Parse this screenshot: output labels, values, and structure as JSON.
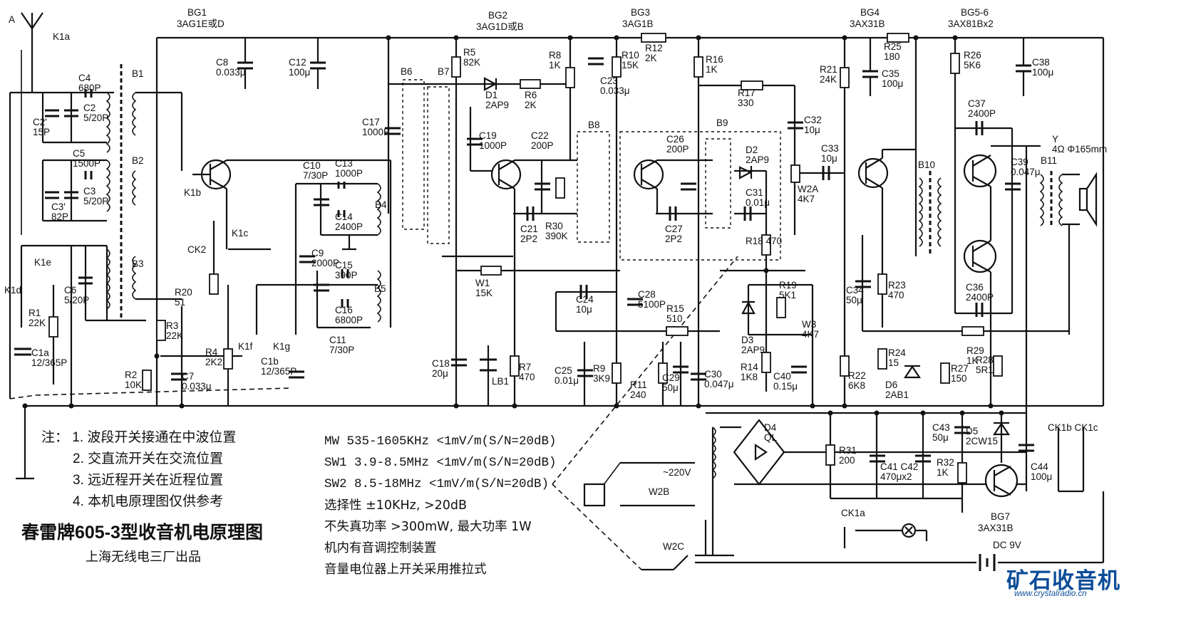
{
  "title": "春雷牌605-3型收音机电原理图",
  "maker": "上海无线电三厂出品",
  "notes": [
    "注：  1.  波段开关接通在中波位置",
    "2.  交直流开关在交流位置",
    "3.  远近程开关在近程位置",
    "4.  本机电原理图仅供参考"
  ],
  "specs": [
    "MW 535-1605KHz <1mV/m(S/N=20dB)",
    "SW1 3.9-8.5MHz <1mV/m(S/N=20dB)",
    "SW2 8.5-18MHz <1mV/m(S/N=20dB)",
    "选择性 ±10KHz, >20dB",
    "不失真功率 >300mW, 最大功率 1W",
    "机内有音调控制装置",
    "音量电位器上开关采用推拉式"
  ],
  "logo": {
    "text": "矿石收音机",
    "url": "www.crystalradio.cn",
    "color": "#0d4d99"
  },
  "transistors": {
    "bg1": {
      "name": "BG1",
      "type": "3AG1E或D"
    },
    "bg2": {
      "name": "BG2",
      "type": "3AG1D或B"
    },
    "bg3": {
      "name": "BG3",
      "type": "3AG1B"
    },
    "bg4": {
      "name": "BG4",
      "type": "3AX31B"
    },
    "bg56": {
      "name": "BG5-6",
      "type": "3AX81Bx2"
    },
    "bg7": {
      "name": "BG7",
      "type": "3AX31B"
    }
  },
  "components": [
    {
      "ref": "A",
      "value": ""
    },
    {
      "ref": "K1a",
      "value": ""
    },
    {
      "ref": "C4",
      "value": "680P"
    },
    {
      "ref": "C2",
      "value": "5/20P"
    },
    {
      "ref": "C2'",
      "value": "15P"
    },
    {
      "ref": "C5",
      "value": "1500P"
    },
    {
      "ref": "C3",
      "value": "5/20P"
    },
    {
      "ref": "C3'",
      "value": "82P"
    },
    {
      "ref": "B1",
      "value": ""
    },
    {
      "ref": "B2",
      "value": ""
    },
    {
      "ref": "B3",
      "value": ""
    },
    {
      "ref": "K1b",
      "value": ""
    },
    {
      "ref": "K1c",
      "value": ""
    },
    {
      "ref": "K1d",
      "value": ""
    },
    {
      "ref": "K1e",
      "value": ""
    },
    {
      "ref": "K1f",
      "value": ""
    },
    {
      "ref": "K1g",
      "value": ""
    },
    {
      "ref": "C6",
      "value": "5/20P"
    },
    {
      "ref": "R1",
      "value": "22K"
    },
    {
      "ref": "C1a",
      "value": "12/365P"
    },
    {
      "ref": "C1b",
      "value": "12/365P"
    },
    {
      "ref": "CK2",
      "value": ""
    },
    {
      "ref": "R20",
      "value": "51"
    },
    {
      "ref": "R3",
      "value": "22K"
    },
    {
      "ref": "R2",
      "value": "10K"
    },
    {
      "ref": "R4",
      "value": "2K2"
    },
    {
      "ref": "C7",
      "value": "0.033μ"
    },
    {
      "ref": "C8",
      "value": "0.033μ"
    },
    {
      "ref": "C12",
      "value": "100μ"
    },
    {
      "ref": "C10",
      "value": "7/30P"
    },
    {
      "ref": "C13",
      "value": "1000P"
    },
    {
      "ref": "C14",
      "value": "2400P"
    },
    {
      "ref": "B4",
      "value": ""
    },
    {
      "ref": "C9",
      "value": "2000P"
    },
    {
      "ref": "C15",
      "value": "390P"
    },
    {
      "ref": "C16",
      "value": "6800P"
    },
    {
      "ref": "B5",
      "value": ""
    },
    {
      "ref": "C11",
      "value": "7/30P"
    },
    {
      "ref": "B6",
      "value": ""
    },
    {
      "ref": "B7",
      "value": ""
    },
    {
      "ref": "C17",
      "value": "1000P"
    },
    {
      "ref": "R5",
      "value": "82K"
    },
    {
      "ref": "D1",
      "value": "2AP9"
    },
    {
      "ref": "R6",
      "value": "2K"
    },
    {
      "ref": "C19",
      "value": "1000P"
    },
    {
      "ref": "W1",
      "value": "15K"
    },
    {
      "ref": "C18",
      "value": "20μ"
    },
    {
      "ref": "LB1",
      "value": ""
    },
    {
      "ref": "R7",
      "value": "470"
    },
    {
      "ref": "C22",
      "value": "200P"
    },
    {
      "ref": "C21",
      "value": "2P2"
    },
    {
      "ref": "R30",
      "value": "390K"
    },
    {
      "ref": "R8",
      "value": "1K"
    },
    {
      "ref": "C23",
      "value": "0.033μ"
    },
    {
      "ref": "B8",
      "value": ""
    },
    {
      "ref": "R10",
      "value": "15K"
    },
    {
      "ref": "R12",
      "value": "2K"
    },
    {
      "ref": "C26",
      "value": "200P"
    },
    {
      "ref": "C27",
      "value": "2P2"
    },
    {
      "ref": "B9",
      "value": ""
    },
    {
      "ref": "D2",
      "value": "2AP9"
    },
    {
      "ref": "C31",
      "value": "0.01μ"
    },
    {
      "ref": "R18",
      "value": "470"
    },
    {
      "ref": "R16",
      "value": "1K"
    },
    {
      "ref": "R17",
      "value": "330"
    },
    {
      "ref": "C32",
      "value": "10μ"
    },
    {
      "ref": "C33",
      "value": "10μ"
    },
    {
      "ref": "W2A",
      "value": "4K7"
    },
    {
      "ref": "C24",
      "value": "10μ"
    },
    {
      "ref": "C28",
      "value": "5100P"
    },
    {
      "ref": "R15",
      "value": "510"
    },
    {
      "ref": "R19",
      "value": "5K1"
    },
    {
      "ref": "D3",
      "value": "2AP9"
    },
    {
      "ref": "W3",
      "value": "4K7"
    },
    {
      "ref": "C25",
      "value": "0.01μ"
    },
    {
      "ref": "R9",
      "value": "3K9"
    },
    {
      "ref": "R11",
      "value": "240"
    },
    {
      "ref": "C29",
      "value": "50μ"
    },
    {
      "ref": "C30",
      "value": "0.047μ"
    },
    {
      "ref": "R14",
      "value": "1K8"
    },
    {
      "ref": "C40",
      "value": "0.15μ"
    },
    {
      "ref": "R21",
      "value": "24K"
    },
    {
      "ref": "R25",
      "value": "180"
    },
    {
      "ref": "C35",
      "value": "100μ"
    },
    {
      "ref": "R26",
      "value": "5K6"
    },
    {
      "ref": "C38",
      "value": "100μ"
    },
    {
      "ref": "C37",
      "value": "2400P"
    },
    {
      "ref": "B10",
      "value": ""
    },
    {
      "ref": "C39",
      "value": "0.047μ"
    },
    {
      "ref": "B11",
      "value": ""
    },
    {
      "ref": "Y",
      "value": "4Ω Φ165mm"
    },
    {
      "ref": "C34",
      "value": "50μ"
    },
    {
      "ref": "R23",
      "value": "470"
    },
    {
      "ref": "C36",
      "value": "2400P"
    },
    {
      "ref": "R29",
      "value": "1K"
    },
    {
      "ref": "R24",
      "value": "15"
    },
    {
      "ref": "D6",
      "value": "2AB1"
    },
    {
      "ref": "R22",
      "value": "6K8"
    },
    {
      "ref": "R27",
      "value": "150"
    },
    {
      "ref": "R28",
      "value": "5R1"
    },
    {
      "ref": "D4",
      "value": "QL"
    },
    {
      "ref": "R31",
      "value": "200"
    },
    {
      "ref": "C41 C42",
      "value": "470μx2"
    },
    {
      "ref": "C43",
      "value": "50μ"
    },
    {
      "ref": "D5",
      "value": "2CW15"
    },
    {
      "ref": "R32",
      "value": "1K"
    },
    {
      "ref": "C44",
      "value": "100μ"
    },
    {
      "ref": "CK1b CK1c",
      "value": ""
    },
    {
      "ref": "CK1a",
      "value": ""
    },
    {
      "ref": "W2B",
      "value": ""
    },
    {
      "ref": "W2C",
      "value": ""
    },
    {
      "ref": "~220V",
      "value": ""
    },
    {
      "ref": "DC",
      "value": "9V"
    }
  ]
}
